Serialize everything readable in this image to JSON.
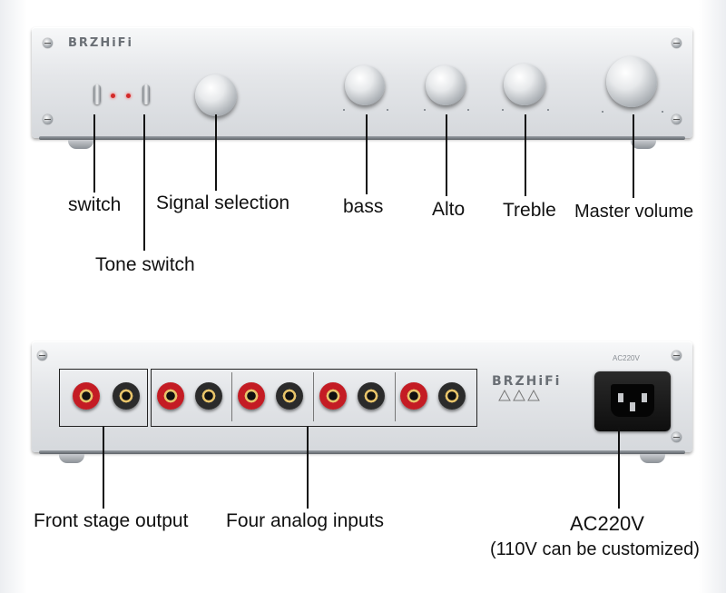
{
  "front_panel": {
    "brand": "BRZHiFi",
    "controls": [
      {
        "name": "switch",
        "label": "switch"
      },
      {
        "name": "tone-switch",
        "label": "Tone switch"
      },
      {
        "name": "signal-selection",
        "label": "Signal selection"
      },
      {
        "name": "bass",
        "label": "bass"
      },
      {
        "name": "alto",
        "label": "Alto"
      },
      {
        "name": "treble",
        "label": "Treble"
      },
      {
        "name": "master-volume",
        "label": "Master volume"
      }
    ]
  },
  "rear_panel": {
    "brand": "BRZHiFi",
    "ac_rating": "AC220V",
    "sections": [
      {
        "name": "front-stage-output",
        "label": "Front stage output"
      },
      {
        "name": "four-analog-inputs",
        "label": "Four analog inputs"
      },
      {
        "name": "ac-power",
        "label": "AC220V",
        "note": "(110V can be customized)"
      }
    ]
  },
  "colors": {
    "panel": "#e4e6e9",
    "label_text": "#111111",
    "jack_red": "#c41c24",
    "jack_black": "#2b2b2b",
    "led": "#d22a2a"
  }
}
